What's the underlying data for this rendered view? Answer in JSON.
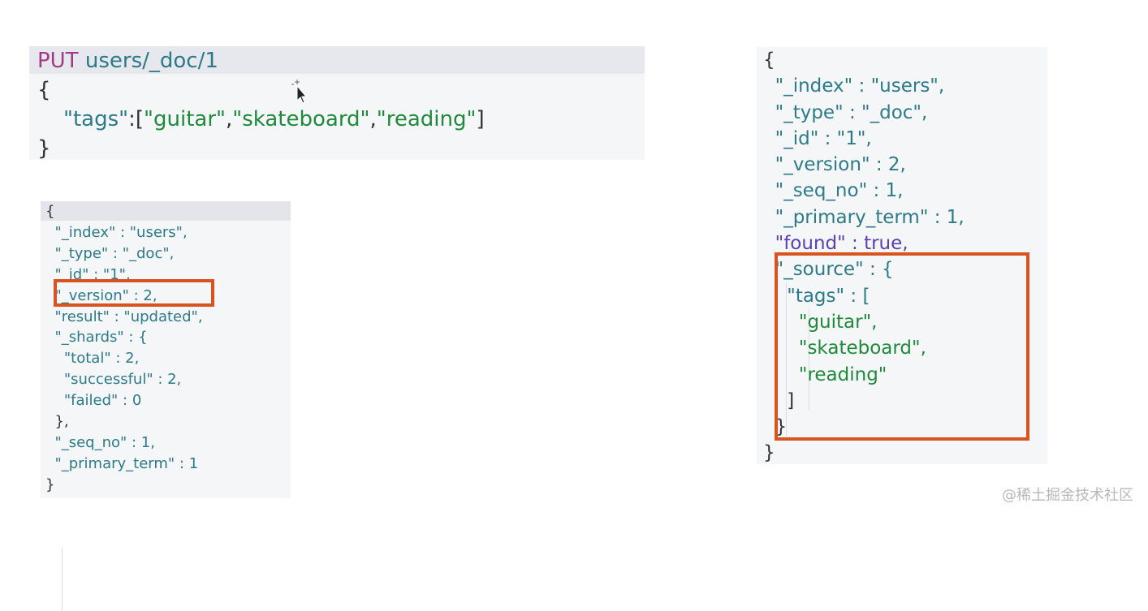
{
  "request": {
    "method": "PUT",
    "path": "users/_doc/1",
    "open": "{",
    "tags_key": "\"tags\"",
    "colon": ":",
    "lbr": "[",
    "rbr": "]",
    "comma": ",",
    "v1": "\"guitar\"",
    "v2": "\"skateboard\"",
    "v3": "\"reading\"",
    "close": "}"
  },
  "response_small": {
    "lines": [
      "{",
      "  \"_index\" : \"users\",",
      "  \"_type\" : \"_doc\",",
      "  \"_id\" : \"1\",",
      "  \"_version\" : 2,",
      "  \"result\" : \"updated\",",
      "  \"_shards\" : {",
      "    \"total\" : 2,",
      "    \"successful\" : 2,",
      "    \"failed\" : 0",
      "  },",
      "  \"_seq_no\" : 1,",
      "  \"_primary_term\" : 1",
      "}"
    ]
  },
  "response_large": {
    "lines": [
      "{",
      "  \"_index\" : \"users\",",
      "  \"_type\" : \"_doc\",",
      "  \"_id\" : \"1\",",
      "  \"_version\" : 2,",
      "  \"_seq_no\" : 1,",
      "  \"_primary_term\" : 1,",
      "  \"found\" : true,",
      "  \"_source\" : {",
      "    \"tags\" : [",
      "      \"guitar\",",
      "      \"skateboard\",",
      "      \"reading\"",
      "    ]",
      "  }",
      "}"
    ]
  },
  "highlight_color": "#d9531e",
  "watermark": "@稀土掘金技术社区"
}
